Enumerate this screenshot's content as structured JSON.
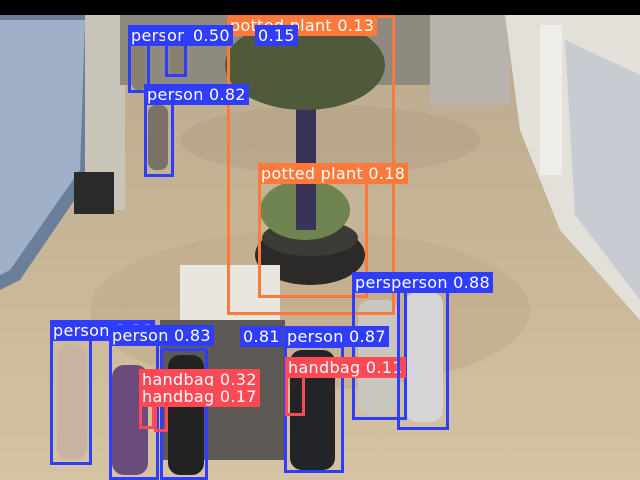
{
  "colors": {
    "person": "#2f3dff",
    "potted_plant": "#ff7a3a",
    "handbag": "#ff4a55",
    "floor": "#cdb898",
    "topbar": "#000000"
  },
  "detections": [
    {
      "label": "potted plant 0.13",
      "cls": "potted_plant"
    },
    {
      "label": "person 0.50",
      "cls": "person"
    },
    {
      "label": "0.15",
      "cls": "person"
    },
    {
      "label": "person 0.82",
      "cls": "person"
    },
    {
      "label": "potted plant 0.18",
      "cls": "potted_plant"
    },
    {
      "label": "persperson 0.88",
      "cls": "person"
    },
    {
      "label": "person 0.86",
      "cls": "person"
    },
    {
      "label": "person 0.83",
      "cls": "person"
    },
    {
      "label": "0.81",
      "cls": "person"
    },
    {
      "label": "person 0.87",
      "cls": "person"
    },
    {
      "label": "handbag 0.32",
      "cls": "handbag"
    },
    {
      "label": "handbag 0.17",
      "cls": "handbag"
    },
    {
      "label": "handbag 0.11",
      "cls": "handbag"
    }
  ]
}
